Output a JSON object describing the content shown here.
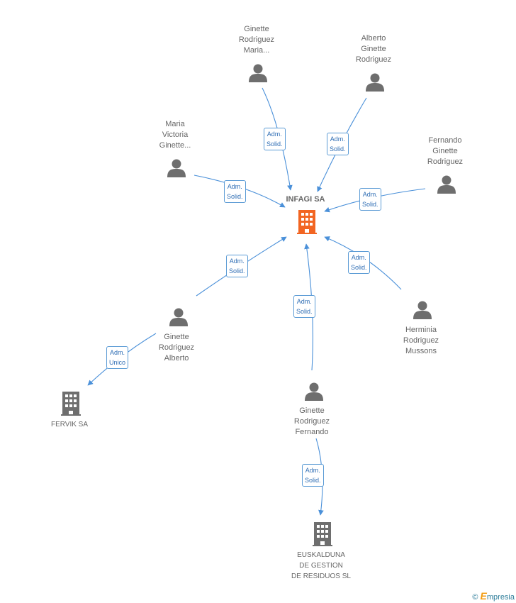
{
  "diagram": {
    "center": {
      "label": "INFAGI SA",
      "color": "#f26522"
    },
    "people": [
      {
        "id": "p1",
        "lines": [
          "Ginette",
          "Rodriguez",
          "Maria..."
        ]
      },
      {
        "id": "p2",
        "lines": [
          "Alberto",
          "Ginette",
          "Rodriguez"
        ]
      },
      {
        "id": "p3",
        "lines": [
          "Maria",
          "Victoria",
          "Ginette..."
        ]
      },
      {
        "id": "p4",
        "lines": [
          "Fernando",
          "Ginette",
          "Rodriguez"
        ]
      },
      {
        "id": "p5",
        "lines": [
          "Ginette",
          "Rodriguez",
          "Alberto"
        ]
      },
      {
        "id": "p6",
        "lines": [
          "Herminia",
          "Rodriguez",
          "Mussons"
        ]
      },
      {
        "id": "p7",
        "lines": [
          "Ginette",
          "Rodriguez",
          "Fernando"
        ]
      }
    ],
    "companies": [
      {
        "id": "c1",
        "lines": [
          "FERVIK SA"
        ]
      },
      {
        "id": "c2",
        "lines": [
          "EUSKALDUNA",
          "DE GESTION",
          "DE RESIDUOS SL"
        ]
      }
    ],
    "edges": [
      {
        "id": "e1",
        "label": "Adm.\nSolid."
      },
      {
        "id": "e2",
        "label": "Adm.\nSolid."
      },
      {
        "id": "e3",
        "label": "Adm.\nSolid."
      },
      {
        "id": "e4",
        "label": "Adm.\nSolid."
      },
      {
        "id": "e5",
        "label": "Adm.\nSolid."
      },
      {
        "id": "e6",
        "label": "Adm.\nSolid."
      },
      {
        "id": "e7",
        "label": "Adm.\nSolid."
      },
      {
        "id": "e8",
        "label": "Adm.\nUnico"
      },
      {
        "id": "e9",
        "label": "Adm.\nSolid."
      }
    ],
    "colors": {
      "edge": "#4a90d9",
      "person": "#6e6e6e",
      "company": "#6e6e6e"
    }
  },
  "footer": {
    "copyright": "©",
    "brand_initial": "E",
    "brand_rest": "mpresia"
  }
}
